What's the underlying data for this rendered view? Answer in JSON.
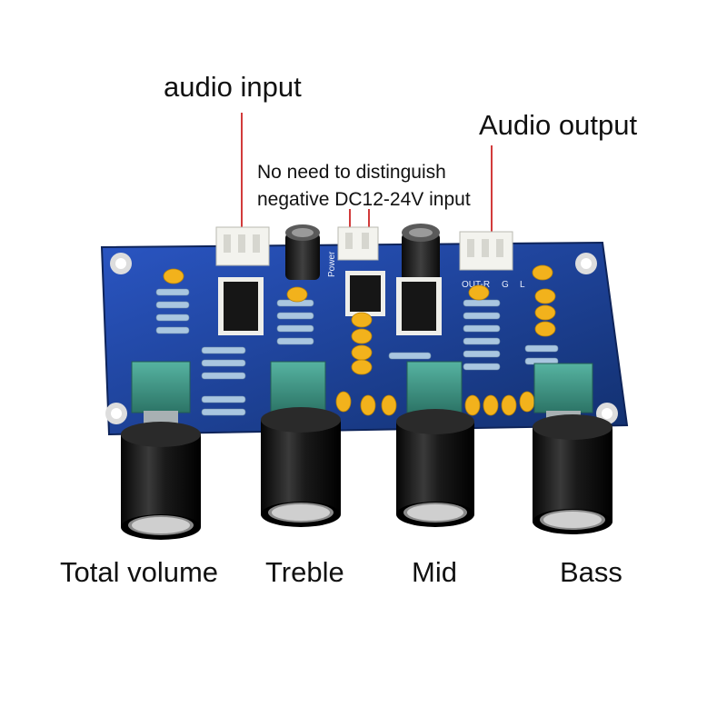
{
  "annotations": {
    "audio_input": "audio input",
    "audio_output": "Audio output",
    "power_note_line1": "No need to distinguish",
    "power_note_line2": "negative DC12-24V input"
  },
  "knobs": [
    {
      "label": "Total volume"
    },
    {
      "label": "Treble"
    },
    {
      "label": "Mid"
    },
    {
      "label": "Bass"
    }
  ],
  "pcb_silkscreen": {
    "power": "Power",
    "out_r": "OUT-R",
    "g": "G",
    "l": "L"
  },
  "colors": {
    "pcb": "#1b3f9c",
    "pointer_line": "#d23b3b",
    "potentiometer": "#3e9a8a",
    "knob": "#151515",
    "capacitor": "#f2b21c"
  }
}
